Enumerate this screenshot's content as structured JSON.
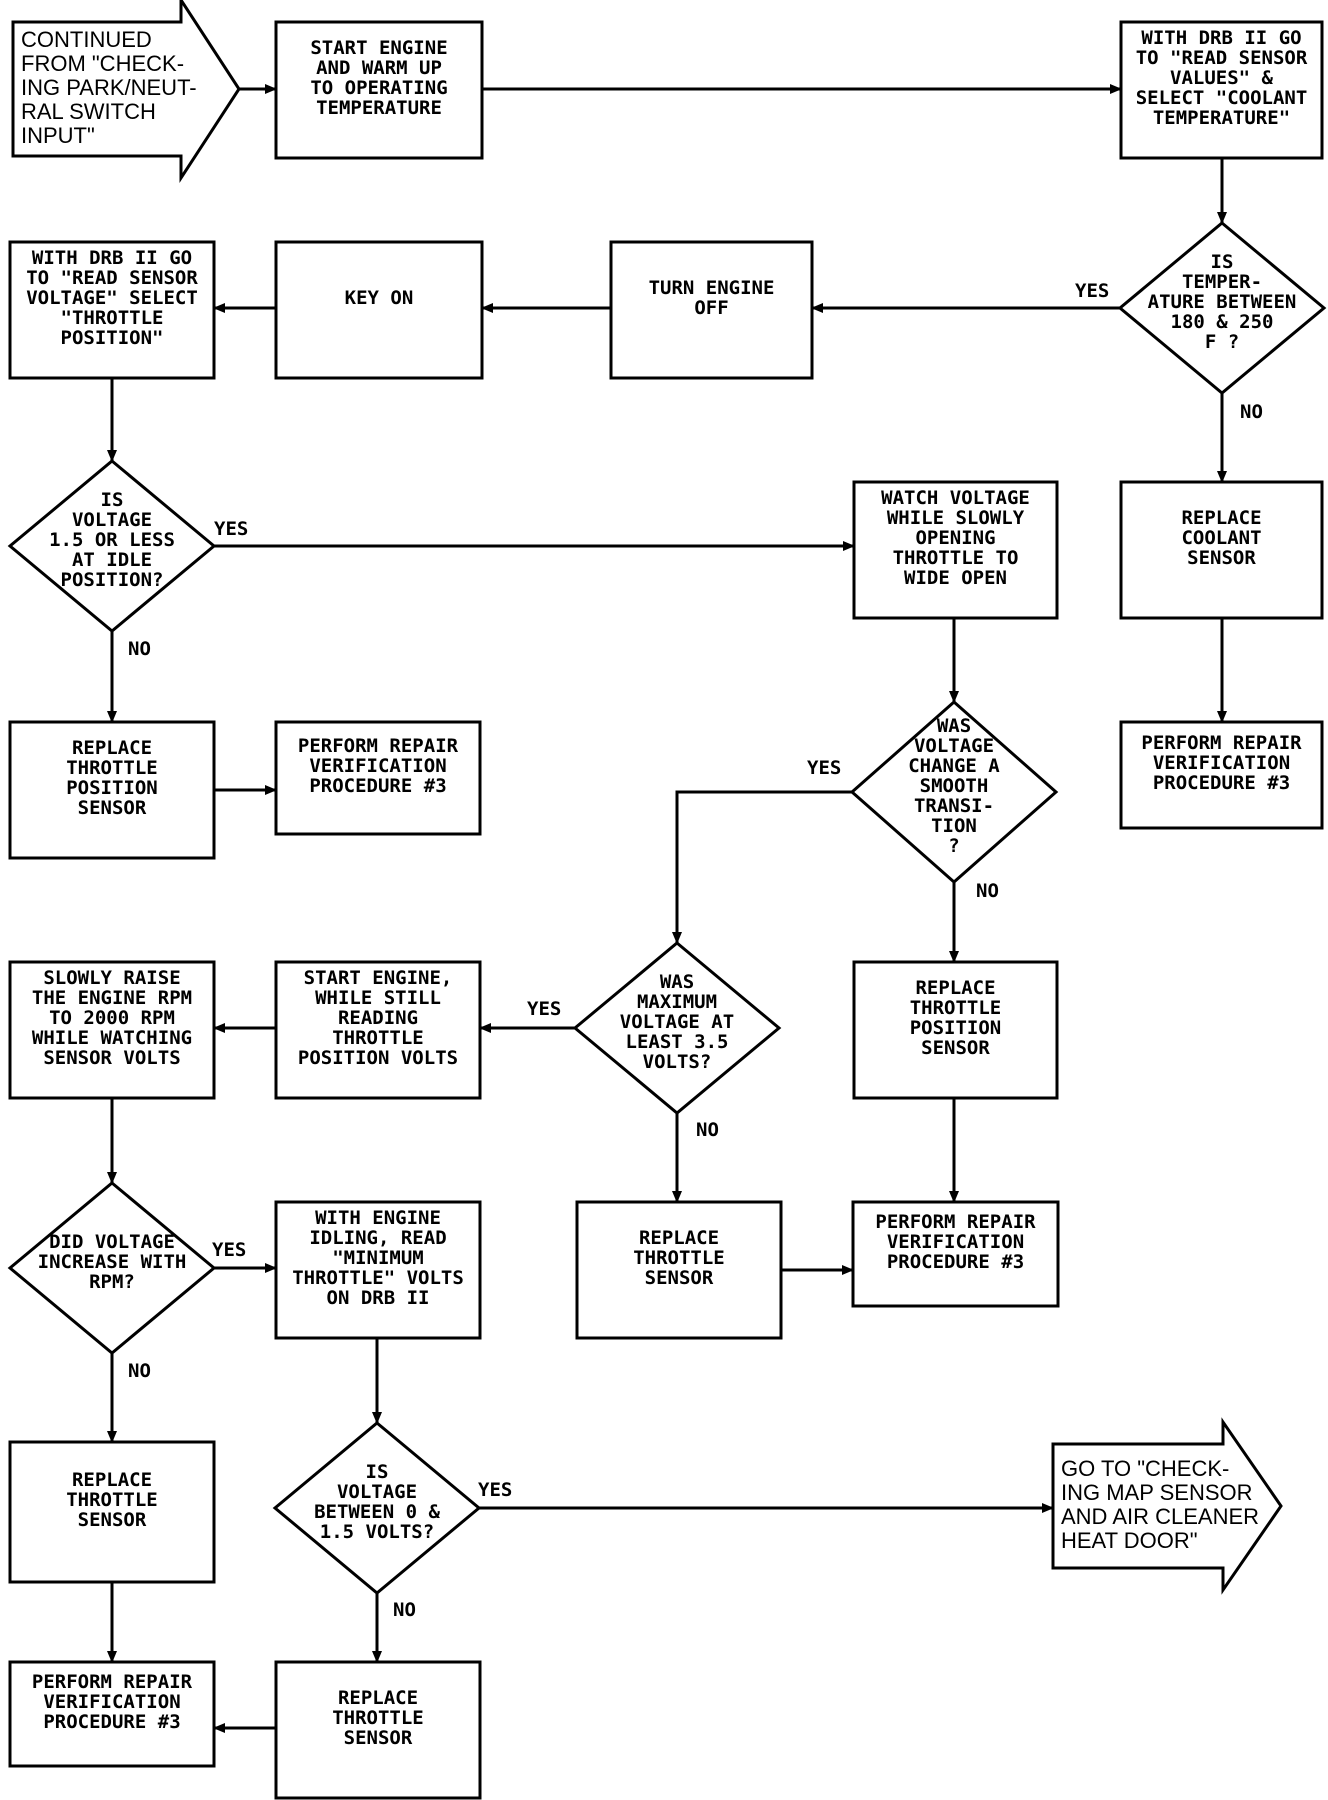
{
  "nodes": {
    "start_arrow": [
      "CONTINUED",
      "FROM \"CHECK-",
      "ING PARK/NEUT-",
      "RAL SWITCH",
      "INPUT\""
    ],
    "start_engine": [
      "START ENGINE",
      "AND WARM UP",
      "TO OPERATING",
      "TEMPERATURE"
    ],
    "read_coolant": [
      "WITH DRB II GO",
      "TO \"READ SENSOR",
      "VALUES\" &",
      "SELECT \"COOLANT",
      "TEMPERATURE\""
    ],
    "temp_check": [
      "IS",
      "TEMPER-",
      "ATURE BETWEEN",
      "180 & 250",
      "F ?"
    ],
    "turn_off": [
      "TURN ENGINE",
      "OFF"
    ],
    "key_on": [
      "KEY ON"
    ],
    "read_throttle": [
      "WITH DRB II GO",
      "TO \"READ SENSOR",
      "VOLTAGE\" SELECT",
      "\"THROTTLE",
      "POSITION\""
    ],
    "volt_idle_check": [
      "IS",
      "VOLTAGE",
      "1.5 OR LESS",
      "AT IDLE",
      "POSITION?"
    ],
    "replace_coolant": [
      "REPLACE",
      "COOLANT",
      "SENSOR"
    ],
    "verify_1": [
      "PERFORM REPAIR",
      "VERIFICATION",
      "PROCEDURE #3"
    ],
    "watch_voltage": [
      "WATCH VOLTAGE",
      "WHILE SLOWLY",
      "OPENING",
      "THROTTLE TO",
      "WIDE OPEN"
    ],
    "replace_tps_1": [
      "REPLACE",
      "THROTTLE",
      "POSITION",
      "SENSOR"
    ],
    "verify_2": [
      "PERFORM REPAIR",
      "VERIFICATION",
      "PROCEDURE #3"
    ],
    "smooth_check": [
      "WAS",
      "VOLTAGE",
      "CHANGE A",
      "SMOOTH",
      "TRANSI-",
      "TION",
      "?"
    ],
    "raise_rpm": [
      "SLOWLY RAISE",
      "THE ENGINE RPM",
      "TO 2000 RPM",
      "WHILE WATCHING",
      "SENSOR VOLTS"
    ],
    "start_reading": [
      "START ENGINE,",
      "WHILE STILL",
      "READING",
      "THROTTLE",
      "POSITION VOLTS"
    ],
    "max_volt_check": [
      "WAS",
      "MAXIMUM",
      "VOLTAGE AT",
      "LEAST 3.5",
      "VOLTS?"
    ],
    "replace_tps_2": [
      "REPLACE",
      "THROTTLE",
      "POSITION",
      "SENSOR"
    ],
    "rpm_check": [
      "DID VOLTAGE",
      "INCREASE WITH",
      "RPM?"
    ],
    "min_throttle": [
      "WITH ENGINE",
      "IDLING, READ",
      "\"MINIMUM",
      "THROTTLE\" VOLTS",
      "ON DRB II"
    ],
    "replace_ts_1": [
      "REPLACE",
      "THROTTLE",
      "SENSOR"
    ],
    "verify_3": [
      "PERFORM REPAIR",
      "VERIFICATION",
      "PROCEDURE #3"
    ],
    "replace_ts_2": [
      "REPLACE",
      "THROTTLE",
      "SENSOR"
    ],
    "volt_range_check": [
      "IS",
      "VOLTAGE",
      "BETWEEN 0 &",
      "1.5 VOLTS?"
    ],
    "end_arrow": [
      "GO TO \"CHECK-",
      "ING MAP SENSOR",
      "AND AIR CLEANER",
      "HEAT DOOR\""
    ],
    "verify_4": [
      "PERFORM REPAIR",
      "VERIFICATION",
      "PROCEDURE #3"
    ],
    "replace_ts_3": [
      "REPLACE",
      "THROTTLE",
      "SENSOR"
    ]
  },
  "edge_labels": {
    "yes": "YES",
    "no": "NO"
  }
}
